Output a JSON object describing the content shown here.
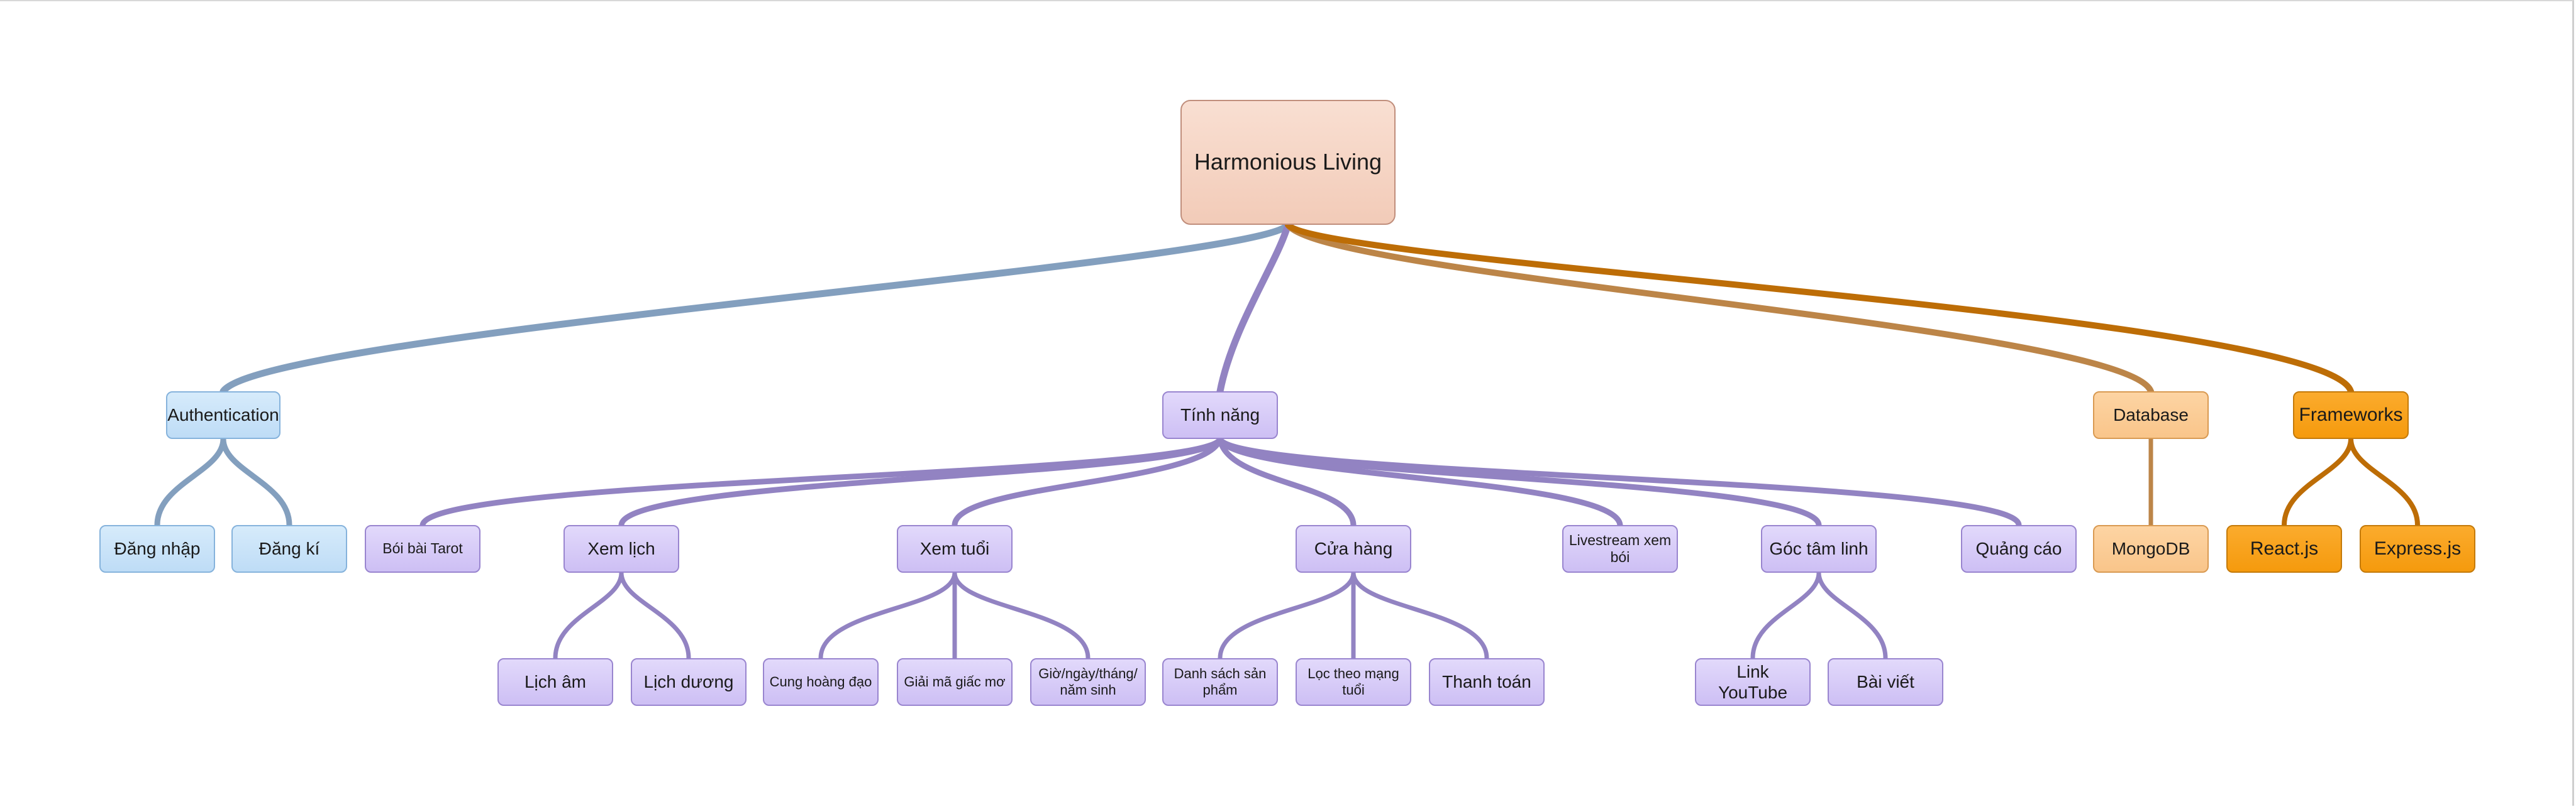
{
  "colors": {
    "root_fill": "#f6d5c4",
    "auth_link": "#839fbe",
    "feature_link": "#9283c2",
    "database_link": "#bc8548",
    "frameworks_link": "#bd6d06"
  },
  "root": {
    "label": "Harmonious Living"
  },
  "branches": {
    "authentication": {
      "label": "Authentication",
      "children": [
        "Đăng nhập",
        "Đăng kí"
      ]
    },
    "features": {
      "label": "Tính năng",
      "children": {
        "boi_bai_tarot": {
          "label": "Bói bài Tarot"
        },
        "xem_lich": {
          "label": "Xem lịch",
          "children": [
            "Lịch âm",
            "Lịch dương"
          ]
        },
        "xem_tuoi": {
          "label": "Xem tuổi",
          "children": [
            "Cung hoàng đạo",
            "Giải mã giấc mơ",
            "Giờ/ngày/tháng/ năm sinh"
          ]
        },
        "cua_hang": {
          "label": "Cửa hàng",
          "children": [
            "Danh sách sản phẩm",
            "Lọc theo mạng tuổi",
            "Thanh toán"
          ]
        },
        "livestream": {
          "label": "Livestream xem bói"
        },
        "goc_tam_linh": {
          "label": "Góc tâm linh",
          "children": [
            "Link YouTube",
            "Bài viết"
          ]
        },
        "quang_cao": {
          "label": "Quảng cáo"
        }
      }
    },
    "database": {
      "label": "Database",
      "children": [
        "MongoDB"
      ]
    },
    "frameworks": {
      "label": "Frameworks",
      "children": [
        "React.js",
        "Express.js"
      ]
    }
  }
}
